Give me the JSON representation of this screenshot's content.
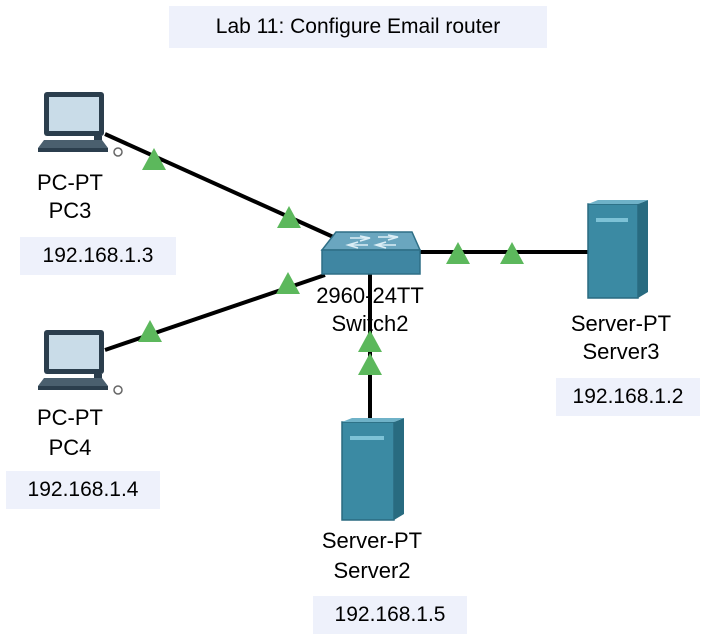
{
  "title": "Lab 11: Configure Email router",
  "devices": {
    "pc3": {
      "model": "PC-PT",
      "name": "PC3",
      "ip": "192.168.1.3"
    },
    "pc4": {
      "model": "PC-PT",
      "name": "PC4",
      "ip": "192.168.1.4"
    },
    "switch2": {
      "model": "2960-24TT",
      "name": "Switch2"
    },
    "server3": {
      "model": "Server-PT",
      "name": "Server3",
      "ip": "192.168.1.2"
    },
    "server2": {
      "model": "Server-PT",
      "name": "Server2",
      "ip": "192.168.1.5"
    }
  },
  "link_status": "up",
  "link_status_color": "#5cb85c",
  "icon_names": [
    "pc-icon",
    "switch-icon",
    "server-icon"
  ]
}
